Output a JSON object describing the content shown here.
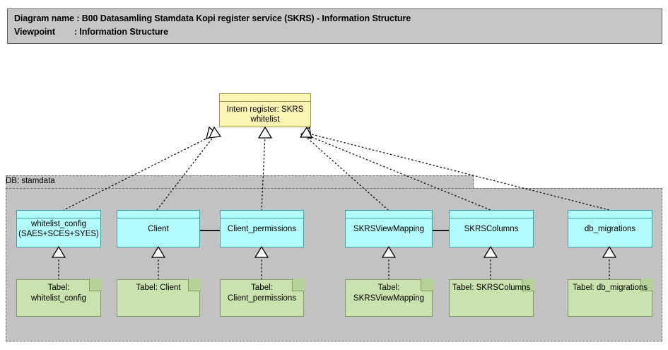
{
  "header": {
    "line1_key": "Diagram name",
    "line1_sep": ": ",
    "line1_value": "B00 Datasamling Stamdata Kopi register service (SKRS) - Information Structure",
    "line2_key": "Viewpoint",
    "line2_sep": ": ",
    "line2_value": "Information Structure",
    "line1_full": "Diagram name : B00 Datasamling Stamdata Kopi register service (SKRS) - Information Structure",
    "line2_full": "Viewpoint        : Information Structure"
  },
  "root_node": {
    "label": "Intern register: SKRS\nwhitelist",
    "color": "#fbf4b4",
    "border": "#9a9a4a"
  },
  "group": {
    "label": "DB: stamdata",
    "color": "#c2c2c2",
    "border": "#6e6e6e"
  },
  "entities": [
    {
      "id": "whitelist_config",
      "label": "whitelist_config\n(SAES+SCES+SYES)"
    },
    {
      "id": "client",
      "label": "Client"
    },
    {
      "id": "client_permissions",
      "label": "Client_permissions"
    },
    {
      "id": "skrsviewmapping",
      "label": "SKRSViewMapping"
    },
    {
      "id": "skrscolumns",
      "label": "SKRSColumns"
    },
    {
      "id": "db_migrations",
      "label": "db_migrations"
    }
  ],
  "tables": [
    {
      "id": "tabel_whitelist_config",
      "label": "Tabel:\nwhitelist_config"
    },
    {
      "id": "tabel_client",
      "label": "Tabel: Client"
    },
    {
      "id": "tabel_client_permissions",
      "label": "Tabel:\nClient_permissions"
    },
    {
      "id": "tabel_skrsviewmapping",
      "label": "Tabel:\nSKRSViewMapping"
    },
    {
      "id": "tabel_skrscolumns",
      "label": "Tabel: SKRSColumns"
    },
    {
      "id": "tabel_db_migrations",
      "label": "Tabel: db_migrations"
    }
  ],
  "colors": {
    "entity_fill": "#b4fbfb",
    "entity_border": "#3aa6a6",
    "table_fill": "#c9e2ae",
    "table_border": "#7f9c62",
    "group_fill": "#c2c2c2",
    "root_fill": "#fbf4b4",
    "header_fill": "#c6c6c6",
    "line": "#000000",
    "canvas": "#ffffff"
  }
}
